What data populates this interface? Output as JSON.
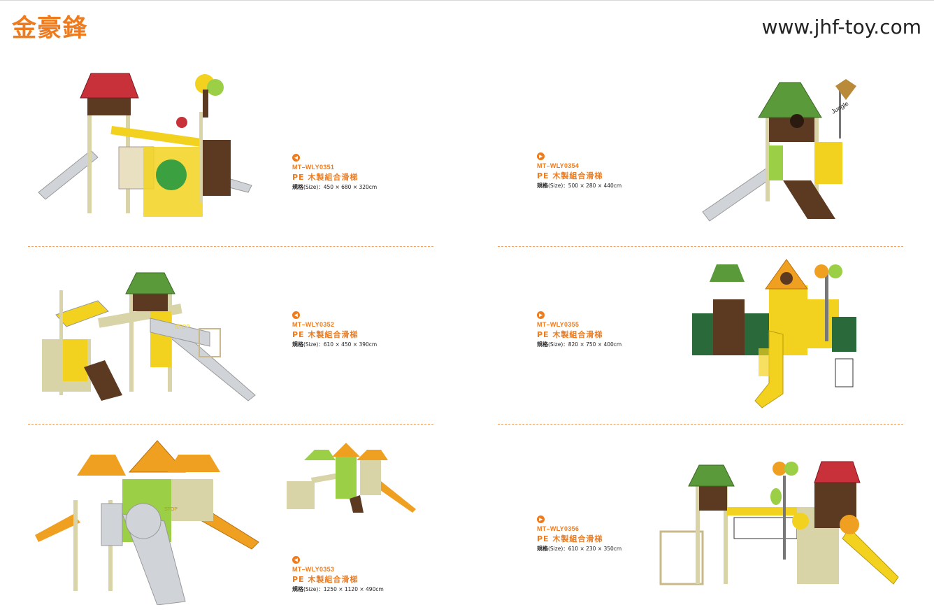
{
  "header": {
    "brand": "金豪鋒",
    "website": "www.jhf-toy.com"
  },
  "products": [
    {
      "code": "MT–WLY0351",
      "title": "PE 木製組合滑梯",
      "size_label": "規格",
      "size_en": "(Size)：",
      "size_value": "450 × 680 × 320cm"
    },
    {
      "code": "MT–WLY0354",
      "title": "PE 木製組合滑梯",
      "size_label": "規格",
      "size_en": "(Size)：",
      "size_value": "500 × 280 × 440cm"
    },
    {
      "code": "MT–WLY0352",
      "title": "PE 木製組合滑梯",
      "size_label": "規格",
      "size_en": "(Size)：",
      "size_value": "610 × 450 × 390cm"
    },
    {
      "code": "MT–WLY0355",
      "title": "PE 木製組合滑梯",
      "size_label": "規格",
      "size_en": "(Size)：",
      "size_value": "820 × 750 × 400cm"
    },
    {
      "code": "MT–WLY0353",
      "title": "PE 木製組合滑梯",
      "size_label": "規格",
      "size_en": "(Size)：",
      "size_value": "1250 × 1120 × 490cm"
    },
    {
      "code": "MT–WLY0356",
      "title": "PE 木製組合滑梯",
      "size_label": "規格",
      "size_en": "(Size)：",
      "size_value": "610 × 230 × 350cm"
    }
  ],
  "product_images": [
    "playground-0351",
    "playground-0354",
    "playground-0352",
    "playground-0355",
    "playground-0353",
    "playground-0353-alt",
    "playground-0356"
  ],
  "sign_texts": {
    "jungle": "Jungle",
    "stop": "STOP"
  },
  "colors": {
    "accent": "#ee7b1d",
    "roof_red": "#c8303a",
    "roof_green": "#5a9a3a",
    "roof_orange": "#f0a020",
    "wood": "#d8d4a8",
    "yellow": "#f2d21e",
    "steel": "#d0d4d8"
  }
}
